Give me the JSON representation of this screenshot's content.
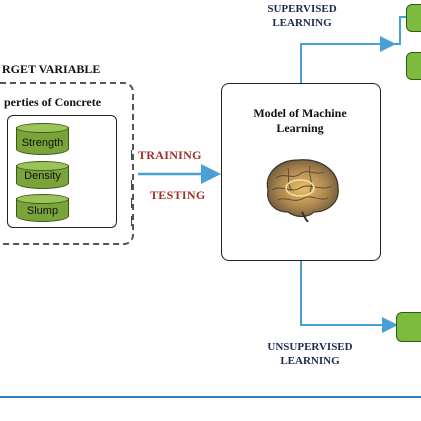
{
  "target_variable_label": "RGET VARIABLE",
  "properties_label": "perties of Concrete",
  "cylinders": [
    "Strength",
    "Density",
    "Slump"
  ],
  "training_label": "TRAINING",
  "testing_label": "TESTING",
  "model_title": "Model of Machine Learning",
  "supervised_label": "SUPERVISED LEARNING",
  "unsupervised_label": "UNSUPERVISED LEARNING",
  "colors": {
    "arrow": "#4a9fd4",
    "green": "#7dbb3f",
    "label_red": "#a2302a",
    "label_navy": "#1e2a4a",
    "divider": "#2f7fc1"
  }
}
